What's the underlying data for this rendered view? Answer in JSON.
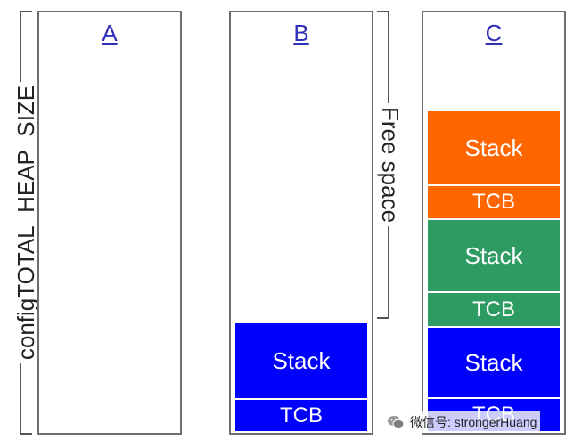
{
  "columns": [
    {
      "title": "A",
      "blocks": []
    },
    {
      "title": "B",
      "blocks": [
        {
          "label": "Stack"
        },
        {
          "label": "TCB"
        }
      ]
    },
    {
      "title": "C",
      "blocks": [
        {
          "label": "Stack"
        },
        {
          "label": "TCB"
        },
        {
          "label": "Stack"
        },
        {
          "label": "TCB"
        },
        {
          "label": "Stack"
        },
        {
          "label": "TCB"
        }
      ]
    }
  ],
  "labels": {
    "heap": "configTOTAL_HEAP_SIZE",
    "free": "Free space"
  },
  "watermark": {
    "text": "微信号: strongerHuang",
    "icon": "wechat-icon"
  },
  "colors": {
    "orange": "#ff6600",
    "green": "#2e9b63",
    "blue": "#0000ff"
  }
}
